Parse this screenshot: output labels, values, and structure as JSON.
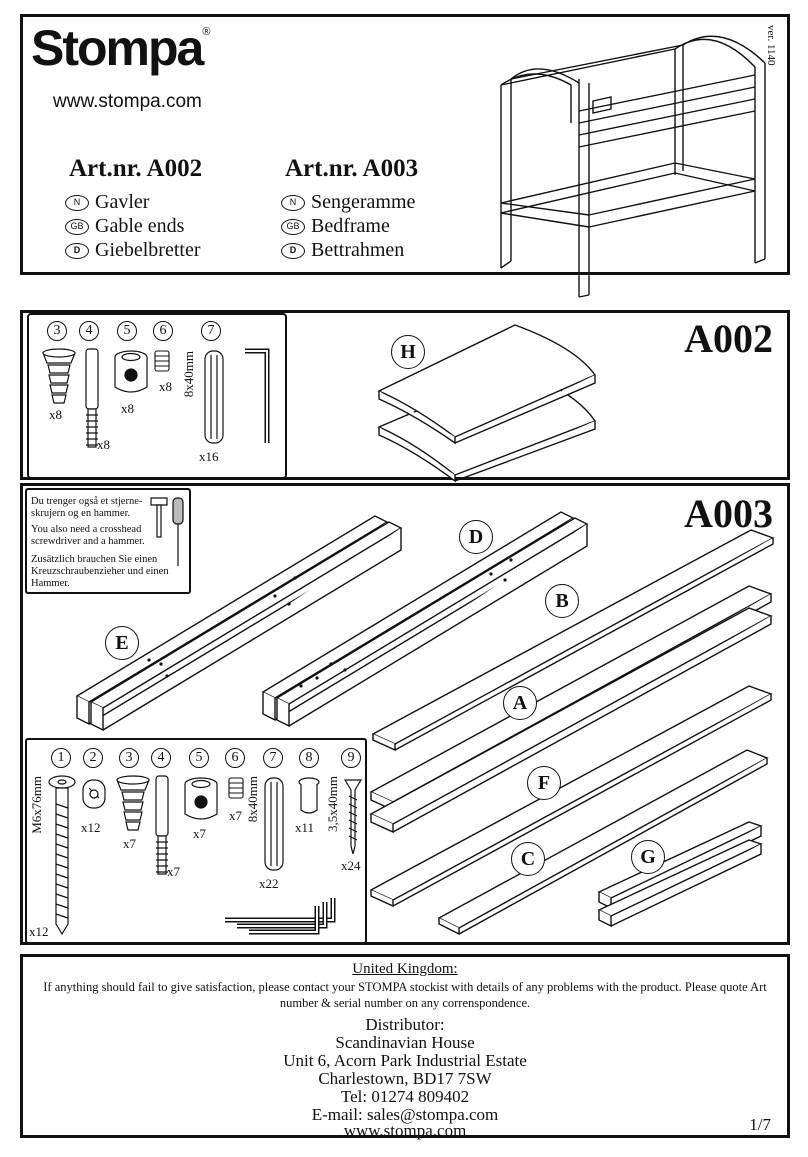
{
  "header": {
    "brand": "Stompa",
    "brand_mark": "®",
    "website": "www.stompa.com",
    "version": "ver. 1140",
    "articles": [
      {
        "title": "Art.nr. A002",
        "names": [
          {
            "lang": "N",
            "text": "Gavler"
          },
          {
            "lang": "GB",
            "text": "Gable ends"
          },
          {
            "lang": "D",
            "text": "Giebelbretter"
          }
        ]
      },
      {
        "title": "Art.nr. A003",
        "names": [
          {
            "lang": "N",
            "text": "Sengeramme"
          },
          {
            "lang": "GB",
            "text": "Bedframe"
          },
          {
            "lang": "D",
            "text": "Bettrahmen"
          }
        ]
      }
    ]
  },
  "a002": {
    "code": "A002",
    "fittings": [
      {
        "num": "3",
        "qty": "x8"
      },
      {
        "num": "4",
        "qty": "x8"
      },
      {
        "num": "5",
        "qty": "x8"
      },
      {
        "num": "6",
        "qty": "x8"
      },
      {
        "num": "7",
        "qty": "x16",
        "size": "8x40mm"
      }
    ],
    "part": "H"
  },
  "a003": {
    "code": "A003",
    "tool_note": {
      "no": "Du trenger også et stjerne-skrujern og en hammer.",
      "gb": "You also need a crosshead screwdriver and a hammer.",
      "de": "Zusätzlich brauchen Sie einen Kreuzschraubenzieher und einen Hammer."
    },
    "parts": [
      "E",
      "D",
      "B",
      "A",
      "F",
      "C",
      "G"
    ],
    "fittings": [
      {
        "num": "1",
        "qty": "x12",
        "size": "M6x76mm"
      },
      {
        "num": "2",
        "qty": "x12"
      },
      {
        "num": "3",
        "qty": "x7"
      },
      {
        "num": "4",
        "qty": "x7"
      },
      {
        "num": "5",
        "qty": "x7"
      },
      {
        "num": "6",
        "qty": "x7"
      },
      {
        "num": "7",
        "qty": "x22",
        "size": "8x40mm"
      },
      {
        "num": "8",
        "qty": "x11"
      },
      {
        "num": "9",
        "qty": "x24",
        "size": "3,5x40mm"
      }
    ]
  },
  "footer": {
    "region": "United Kingdom:",
    "notice": "If anything should fail to give satisfaction, please contact your STOMPA stockist with details of any problems with the product. Please quote Art number & serial number on any correnspondence.",
    "distributor_label": "Distributor:",
    "address": [
      "Scandinavian House",
      "Unit 6, Acorn Park Industrial Estate",
      "Charlestown, BD17 7SW"
    ],
    "tel": "Tel: 01274 809402",
    "email": "E-mail: sales@stompa.com",
    "web": "www.stompa.com",
    "page": "1/7"
  }
}
